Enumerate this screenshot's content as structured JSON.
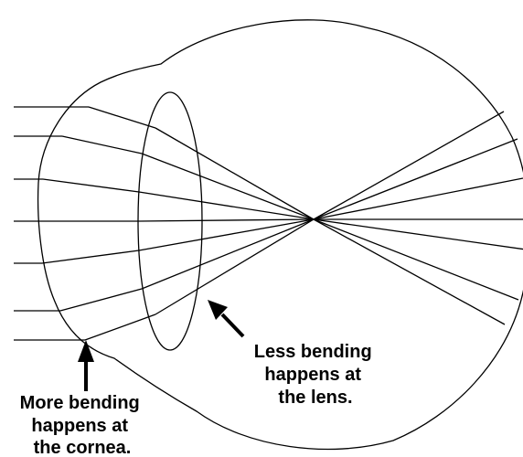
{
  "labels": {
    "lens_line1": "Less bending",
    "lens_line2": "happens at",
    "lens_line3": "the lens.",
    "cornea_line1": "More bending",
    "cornea_line2": "happens at",
    "cornea_line3": "the cornea."
  },
  "colors": {
    "ink": "#000000",
    "background": "#ffffff"
  }
}
